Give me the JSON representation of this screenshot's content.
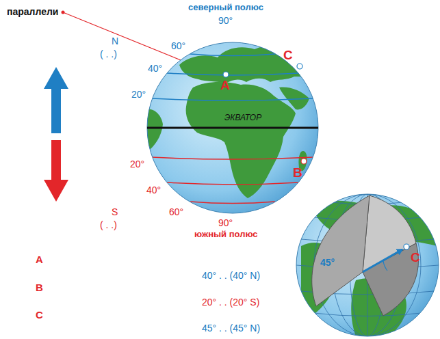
{
  "diagram": {
    "labels": [
      "параллели",
      "N",
      "( . .)",
      "S",
      "( . .)",
      "A",
      "B",
      "C",
      "северный полюс",
      "90°",
      "60°",
      "40°",
      "20°",
      "ЭКВАТОР",
      "20°",
      "40°",
      "60°",
      "90°",
      "южный полюс",
      "A",
      "B",
      "C",
      "45°",
      "C",
      "40° . . (40° N)",
      "20° . . (20° S)",
      "45° . . (45° N)"
    ]
  }
}
